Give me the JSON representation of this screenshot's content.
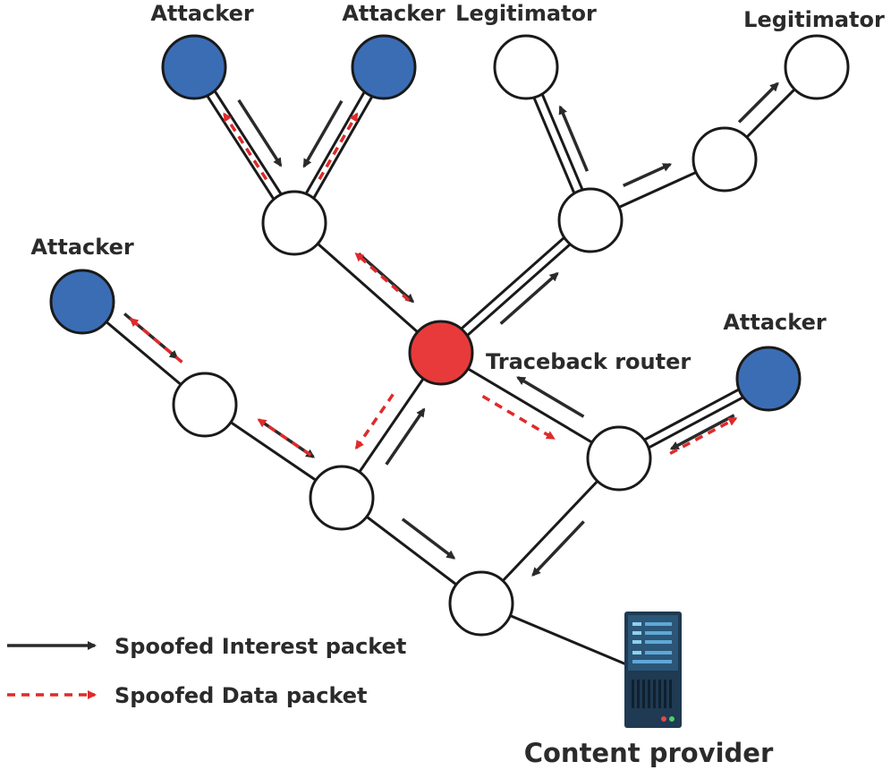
{
  "labels": {
    "attacker_1": "Attacker",
    "attacker_2": "Attacker",
    "attacker_3": "Attacker",
    "attacker_4": "Attacker",
    "legitimator_1": "Legitimator",
    "legitimator_2": "Legitimator",
    "traceback_router": "Traceback router",
    "content_provider": "Content provider"
  },
  "legend": {
    "interest": "Spoofed Interest packet",
    "data": "Spoofed Data packet"
  },
  "colors": {
    "attacker_fill": "#3b6db5",
    "router_fill": "#e83a3a",
    "plain_fill": "#ffffff",
    "interest_arrow": "#2a2a2a",
    "data_arrow": "#e02a2a"
  }
}
